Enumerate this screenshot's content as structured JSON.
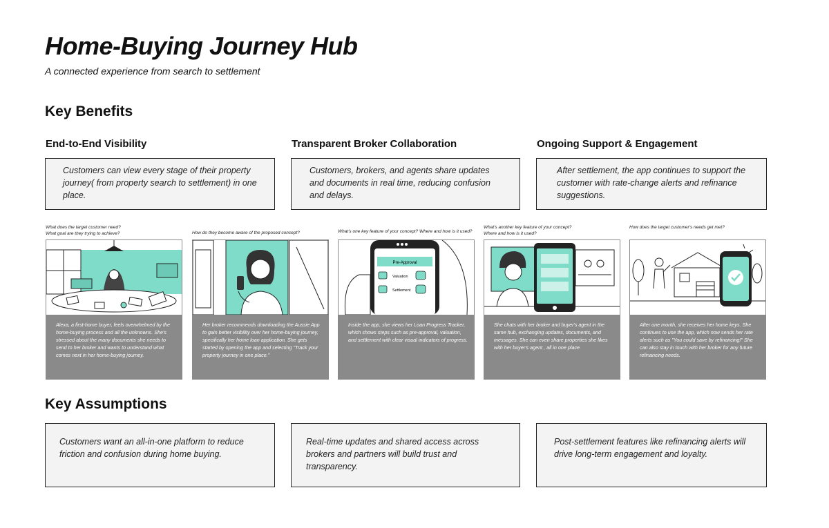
{
  "header": {
    "title": "Home-Buying Journey Hub",
    "subtitle": "A connected experience from search to settlement"
  },
  "key_benefits": {
    "heading": "Key Benefits",
    "items": [
      {
        "title": "End-to-End Visibility",
        "text": "Customers can view every stage of their property journey( from property search to settlement) in one place."
      },
      {
        "title": "Transparent Broker Collaboration",
        "text": "Customers, brokers, and agents share updates and documents in real time, reducing confusion and delays."
      },
      {
        "title": "Ongoing Support & Engagement",
        "text": "After settlement, the app continues to support the customer with rate-change alerts and refinance suggestions."
      }
    ]
  },
  "storyboard": {
    "panels": [
      {
        "prompt": "What does the target customer need?\nWhat goal are they trying to achieve?",
        "caption": "Alexa, a first-home buyer, feels overwhelmed by the home-buying process and all the unknowns. She's stressed about the many documents she needs to send to her broker and wants to understand what comes next in her home-buying journey."
      },
      {
        "prompt": "How do they become aware of the proposed concept?",
        "caption": "Her broker recommends downloading the Aussie App to gain better visibility over her home-buying journey, specifically her home loan application. She gets started by opening the app and selecting \"Track your property journey in one place.\""
      },
      {
        "prompt": "What's one key feature of your concept? Where and how is it used?",
        "caption": "Inside the app, she views her Loan Progress Tracker, which shows steps such as pre-approval, valuation, and settlement with clear visual indicators of progress.",
        "phone_labels": [
          "Pre-Approval",
          "Valuation",
          "Settlement"
        ]
      },
      {
        "prompt": "What's another key feature of your concept?\nWhere and how is it used?",
        "caption": "She chats with her broker and buyer's agent in the same hub, exchanging updates, documents, and messages. She can even share properties she likes with her buyer's agent , all in one place."
      },
      {
        "prompt": "How does the target customer's needs get met?",
        "caption": "After one month, she receives her home keys. She continues to use the app, which now sends her rate alerts such as \"You could save by refinancing!\" She can also stay in touch with her broker for any future refinancing needs."
      }
    ]
  },
  "key_assumptions": {
    "heading": "Key Assumptions",
    "items": [
      {
        "text": "Customers want an all-in-one platform to reduce friction and confusion during home buying."
      },
      {
        "text": "Real-time updates and shared access across brokers and partners will build trust and transparency."
      },
      {
        "text": "Post-settlement features like refinancing alerts will drive long-term engagement and loyalty."
      }
    ]
  },
  "colors": {
    "accent": "#7fdcc8",
    "caption_bg": "#8a8a8a",
    "box_bg": "#f3f3f3"
  }
}
